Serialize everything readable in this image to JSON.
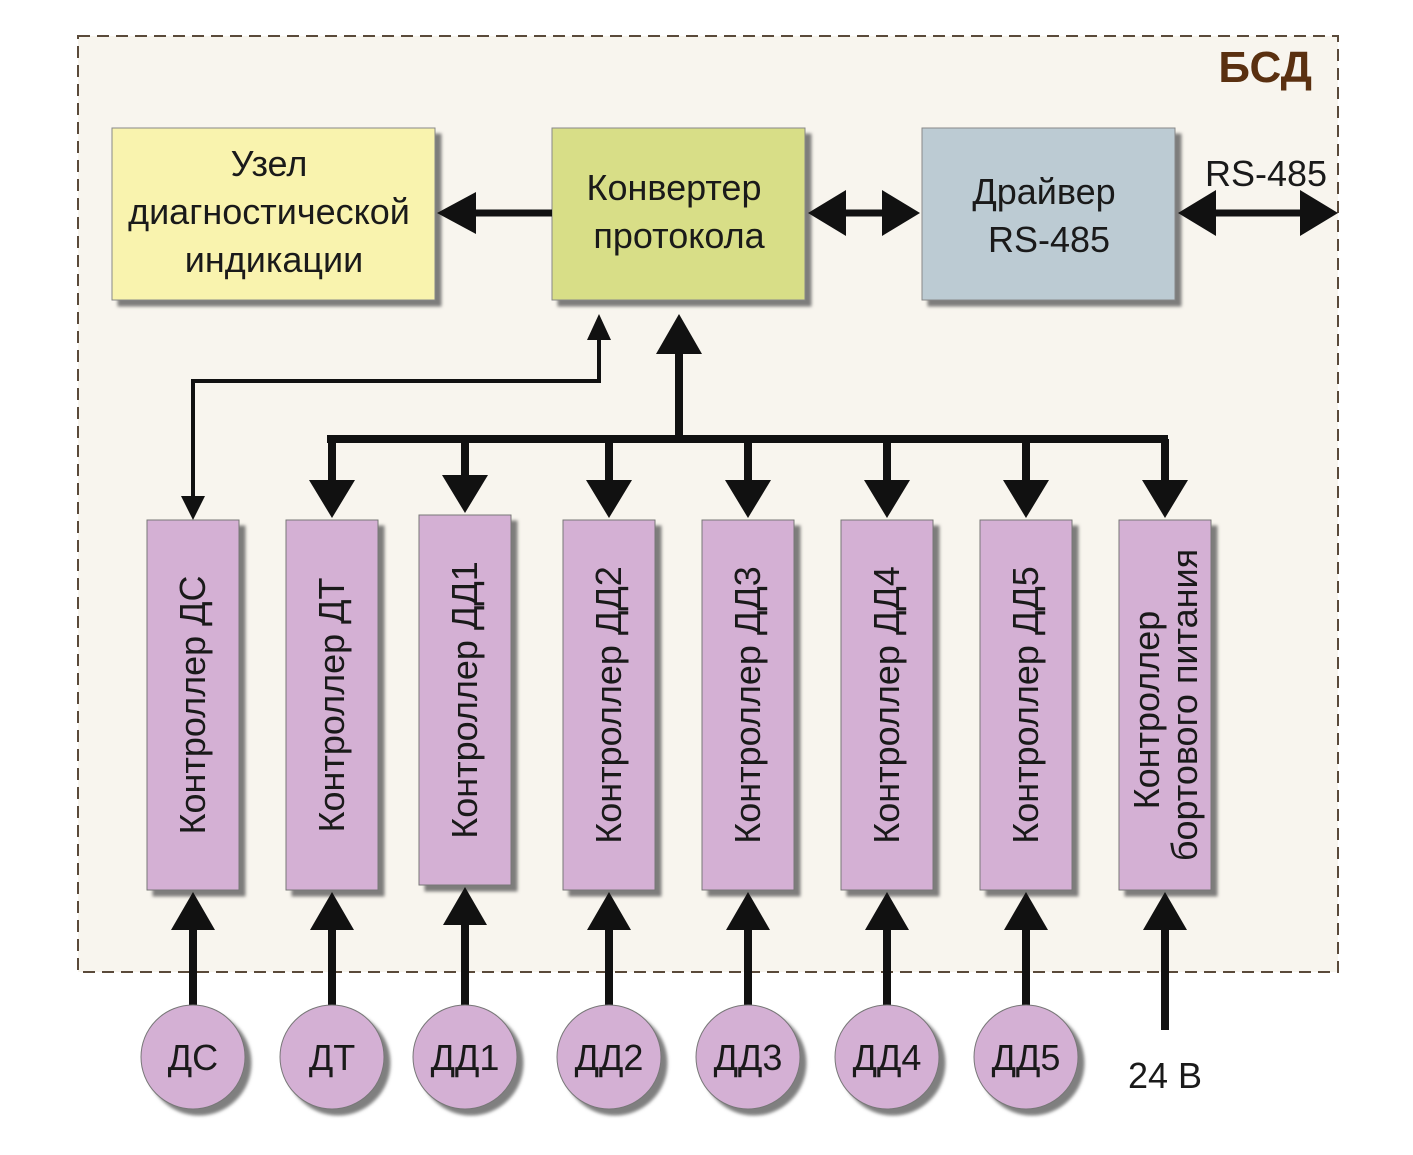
{
  "container": {
    "label": "БСД",
    "label_color": "#5a3010",
    "bg": "#f8f5ee"
  },
  "blocks": {
    "indicator": {
      "lines": [
        "Узел",
        "диагностической",
        "индикации"
      ],
      "color": "#f9f3ae"
    },
    "converter": {
      "lines": [
        "Конвертер",
        "протокола"
      ],
      "color": "#d8de87"
    },
    "driver": {
      "lines": [
        "Драйвер",
        "RS-485"
      ],
      "color": "#bccbd3"
    }
  },
  "external": {
    "rs485": "RS-485",
    "power": "24 В"
  },
  "controllers": [
    {
      "lines": [
        "Контроллер ДС"
      ]
    },
    {
      "lines": [
        "Контроллер ДТ"
      ]
    },
    {
      "lines": [
        "Контроллер ДД1"
      ]
    },
    {
      "lines": [
        "Контроллер ДД2"
      ]
    },
    {
      "lines": [
        "Контроллер ДД3"
      ]
    },
    {
      "lines": [
        "Контроллер ДД4"
      ]
    },
    {
      "lines": [
        "Контроллер ДД5"
      ]
    },
    {
      "lines": [
        "Контроллер",
        "бортового питания"
      ]
    }
  ],
  "sensors": [
    "ДС",
    "ДТ",
    "ДД1",
    "ДД2",
    "ДД3",
    "ДД4",
    "ДД5"
  ],
  "colors": {
    "controller": "#d4b0d4",
    "sensor": "#d4b0d4",
    "shadow": "#555555",
    "line": "#111111"
  }
}
